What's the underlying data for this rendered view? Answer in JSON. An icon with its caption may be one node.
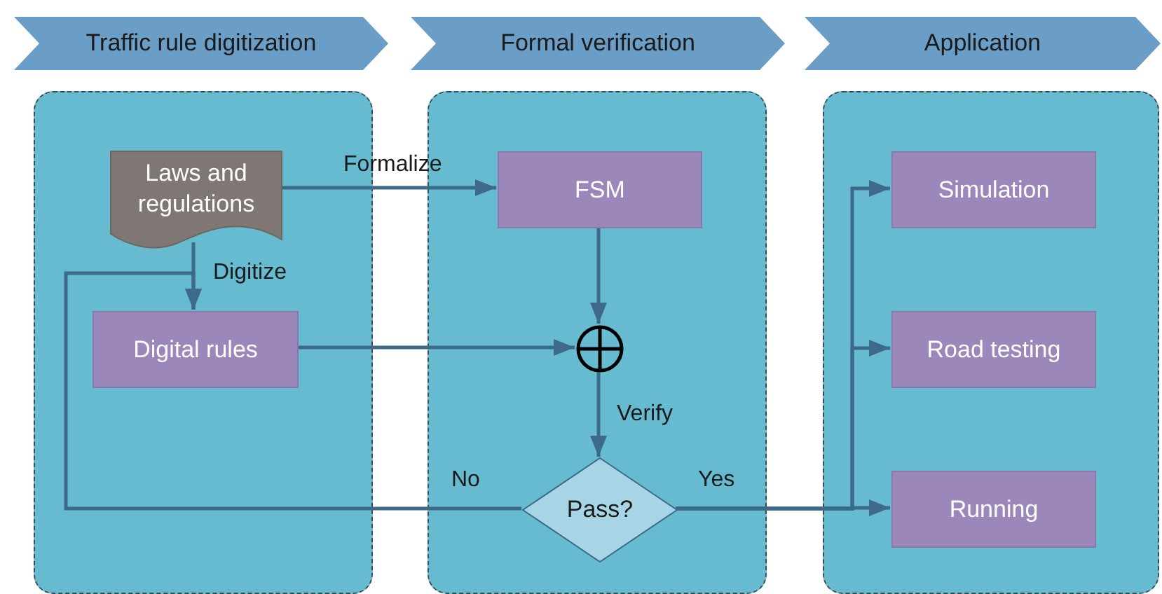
{
  "diagram": {
    "nodes": [
      {
        "text": [
          "Traffic rule digitization"
        ]
      },
      {
        "text": [
          "Formal verification"
        ]
      },
      {
        "text": [
          "Application"
        ]
      },
      {
        "text": [],
        "shape": "box"
      },
      {
        "text": [
          "Laws and regulations"
        ],
        "in": 3
      },
      {
        "text": [
          "Digital rules"
        ],
        "in": 3
      },
      {
        "text": [],
        "shape": "box"
      },
      {
        "text": [
          "FSM"
        ],
        "in": 6
      },
      {
        "text": [],
        "shape": "circle",
        "in": 6
      },
      {
        "text": [
          "Pass?"
        ],
        "in": 6
      },
      {
        "text": [],
        "shape": "box"
      },
      {
        "text": [
          "Simulation"
        ],
        "in": 10
      },
      {
        "text": [
          "Road testing"
        ],
        "in": 10
      },
      {
        "text": [
          "Running"
        ],
        "in": 10
      }
    ],
    "edges": [
      {
        "from": 4,
        "to": 7,
        "label": "Formalize",
        "arrow": "to"
      },
      {
        "from": 4,
        "to": 5,
        "label": "Digitize",
        "arrow": "to"
      },
      {
        "from": 5,
        "to": 8,
        "arrow": "to"
      },
      {
        "from": 7,
        "to": 8,
        "arrow": "to"
      },
      {
        "from": 8,
        "to": 9,
        "label": "Verify",
        "arrow": "to"
      },
      {
        "from": 9,
        "to": 5,
        "label": "No",
        "arrow": "to"
      },
      {
        "from": 9,
        "to": 13,
        "label": "Yes",
        "arrow": "to"
      },
      {
        "from": 9,
        "to": 11,
        "arrow": "to"
      },
      {
        "from": 9,
        "to": 12,
        "arrow": "to"
      }
    ]
  }
}
